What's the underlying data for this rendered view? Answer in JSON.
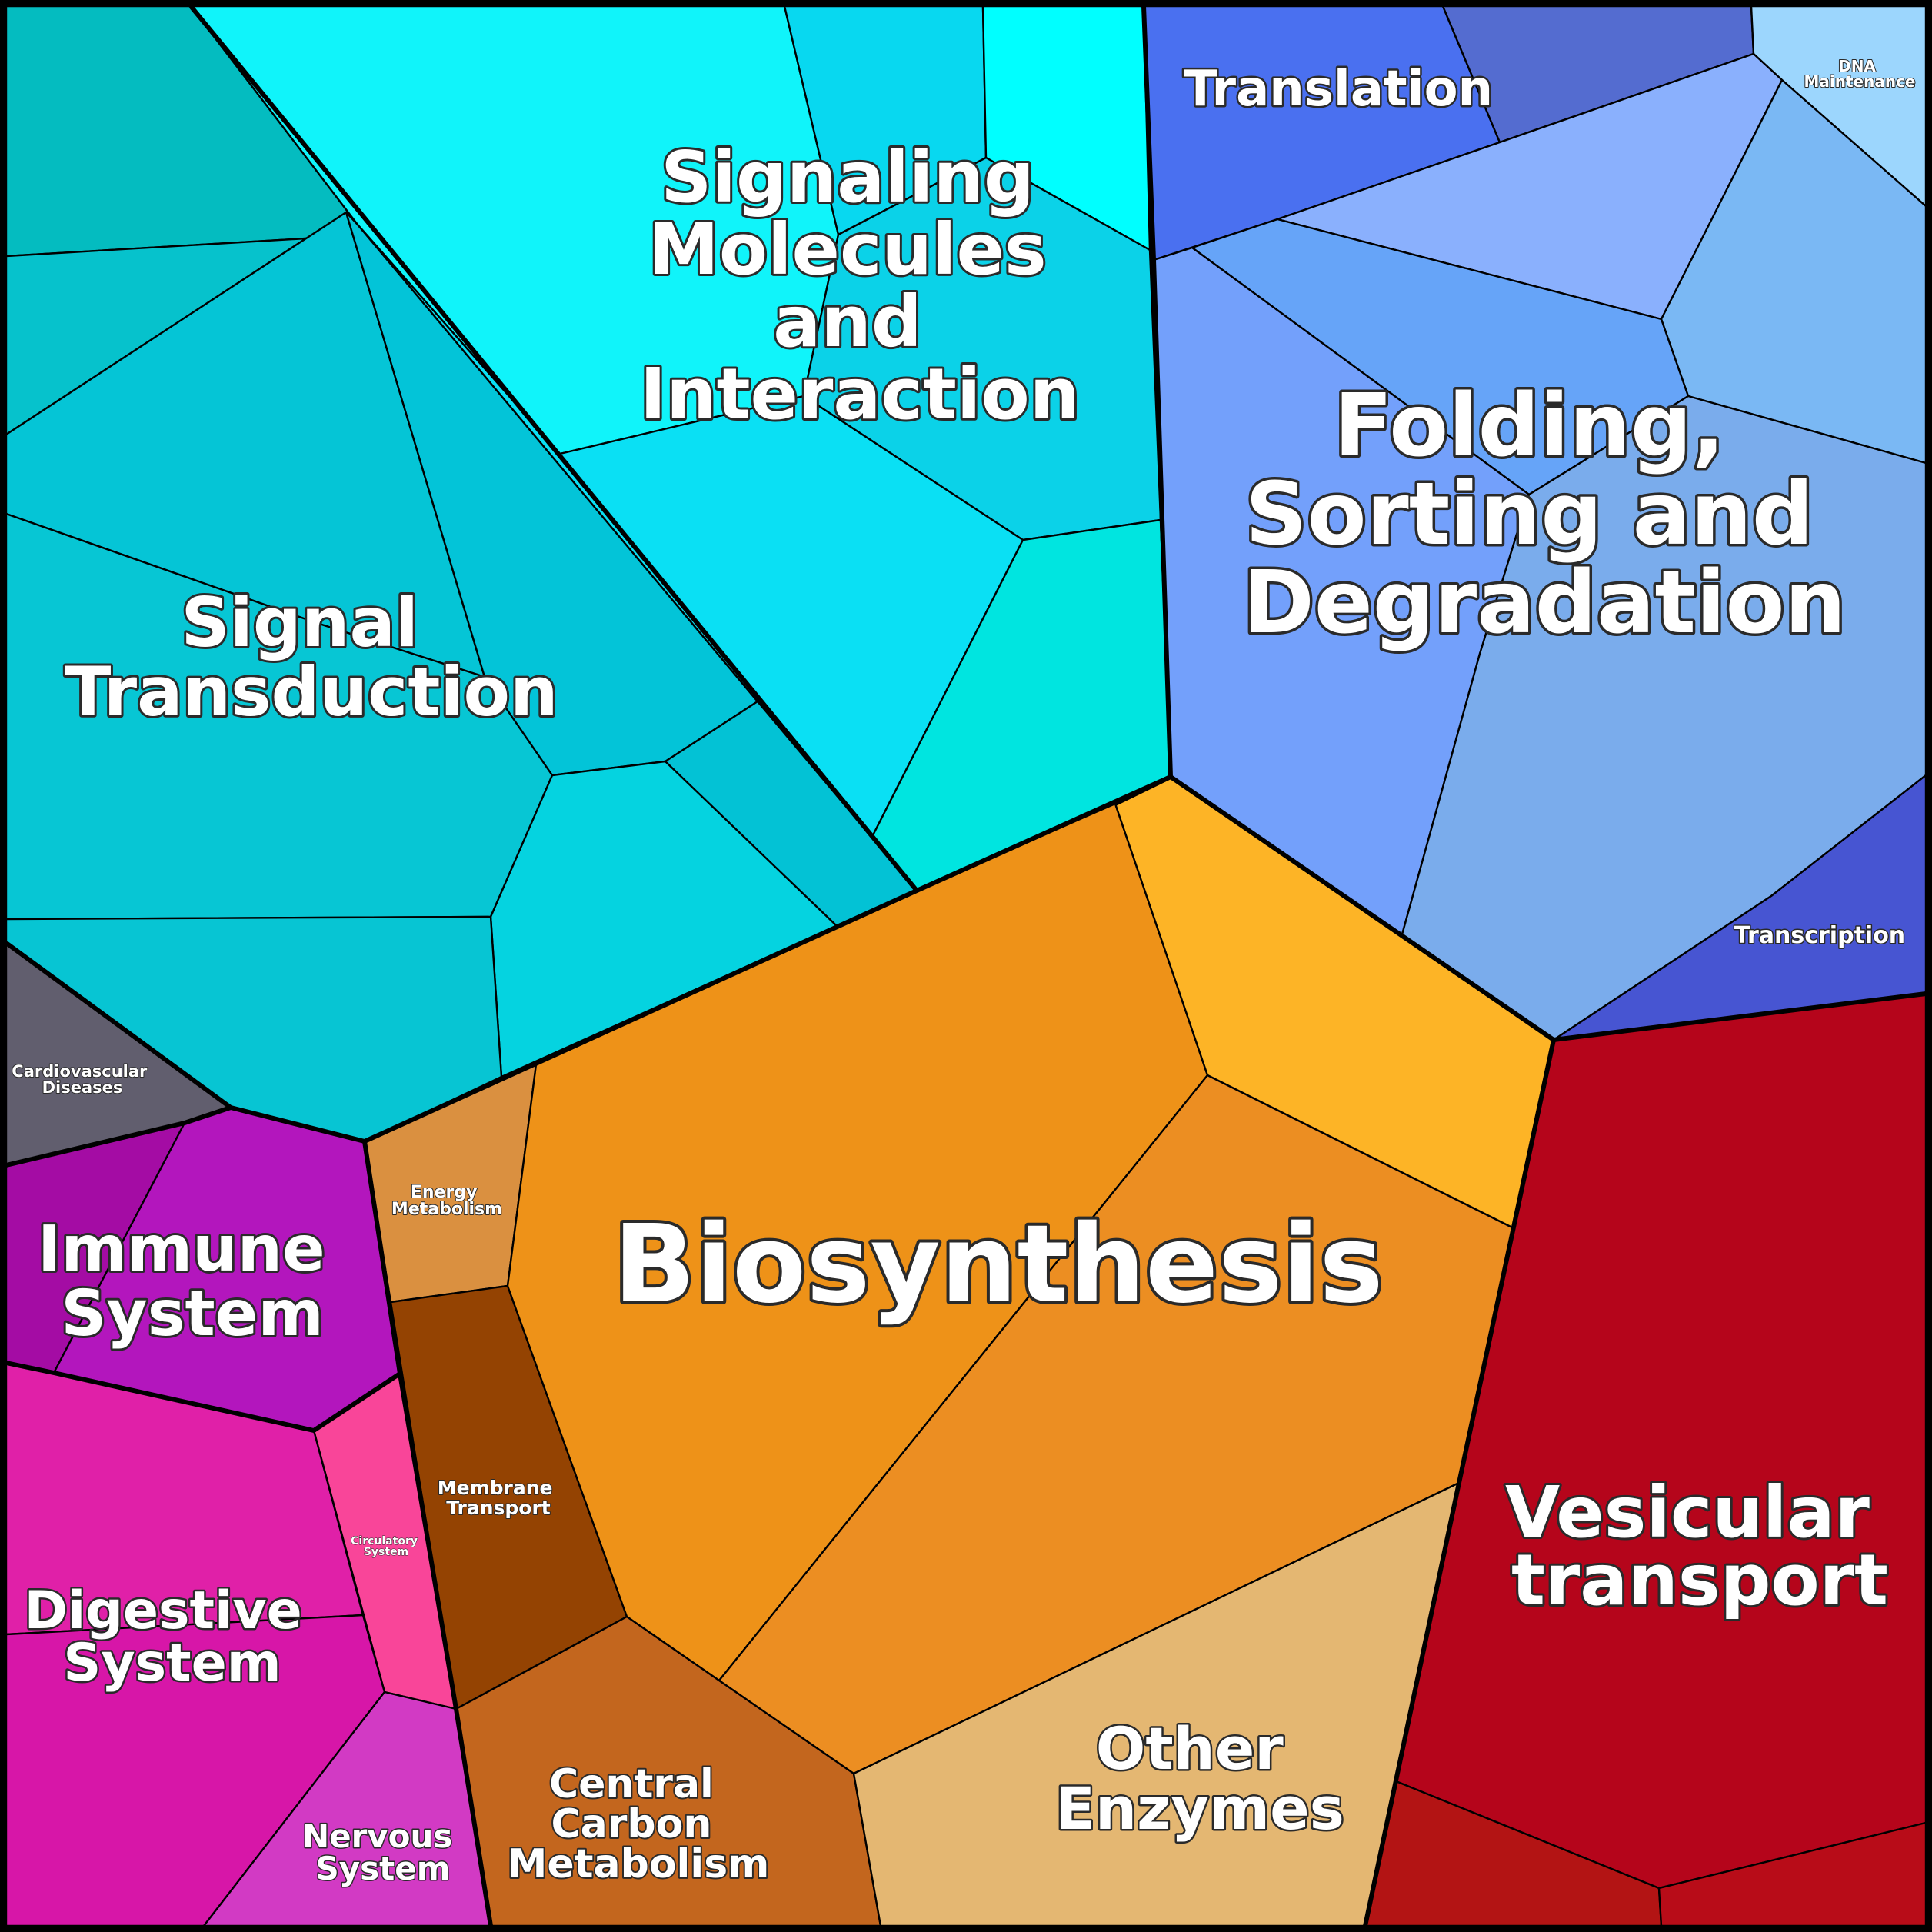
{
  "title": "",
  "groups": [
    {
      "id": "signal-transduction",
      "label": [
        "Signal",
        "Transduction"
      ],
      "color": "#06c9d6"
    },
    {
      "id": "signaling-molecules",
      "label": [
        "Signaling",
        "Molecules",
        "and",
        "Interaction"
      ],
      "color": "#0ee6f2"
    },
    {
      "id": "translation",
      "label": [
        "Translation"
      ],
      "color": "#4b6ff0"
    },
    {
      "id": "dna-maintenance",
      "label": [
        "DNA",
        "Maintenance"
      ],
      "color": "#9ad4fc"
    },
    {
      "id": "folding-sorting",
      "label": [
        "Folding,",
        "Sorting and",
        "Degradation"
      ],
      "color": "#72a0f6"
    },
    {
      "id": "transcription",
      "label": [
        "Transcription"
      ],
      "color": "#4756d2"
    },
    {
      "id": "cardiovascular",
      "label": [
        "Cardiovascular",
        "Diseases"
      ],
      "color": "#615d6e"
    },
    {
      "id": "immune-system",
      "label": [
        "Immune",
        "System"
      ],
      "color": "#b014b8"
    },
    {
      "id": "energy-metabolism",
      "label": [
        "Energy",
        "Metabolism"
      ],
      "color": "#da9040"
    },
    {
      "id": "membrane-transport",
      "label": [
        "Membrane",
        "Transport"
      ],
      "color": "#944302"
    },
    {
      "id": "biosynthesis",
      "label": [
        "Biosynthesis"
      ],
      "color": "#ee9218"
    },
    {
      "id": "circulatory",
      "label": [
        "Circulatory",
        "System"
      ],
      "color": "#f94599"
    },
    {
      "id": "digestive-system",
      "label": [
        "Digestive",
        "System"
      ],
      "color": "#df1ea9"
    },
    {
      "id": "nervous-system",
      "label": [
        "Nervous",
        "System"
      ],
      "color": "#d23ac4"
    },
    {
      "id": "central-carbon",
      "label": [
        "Central",
        "Carbon",
        "Metabolism"
      ],
      "color": "#c3661e"
    },
    {
      "id": "other-enzymes",
      "label": [
        "Other",
        "Enzymes"
      ],
      "color": "#e4b772"
    },
    {
      "id": "vesicular-transport",
      "label": [
        "Vesicular",
        "transport"
      ],
      "color": "#b5051b"
    }
  ]
}
